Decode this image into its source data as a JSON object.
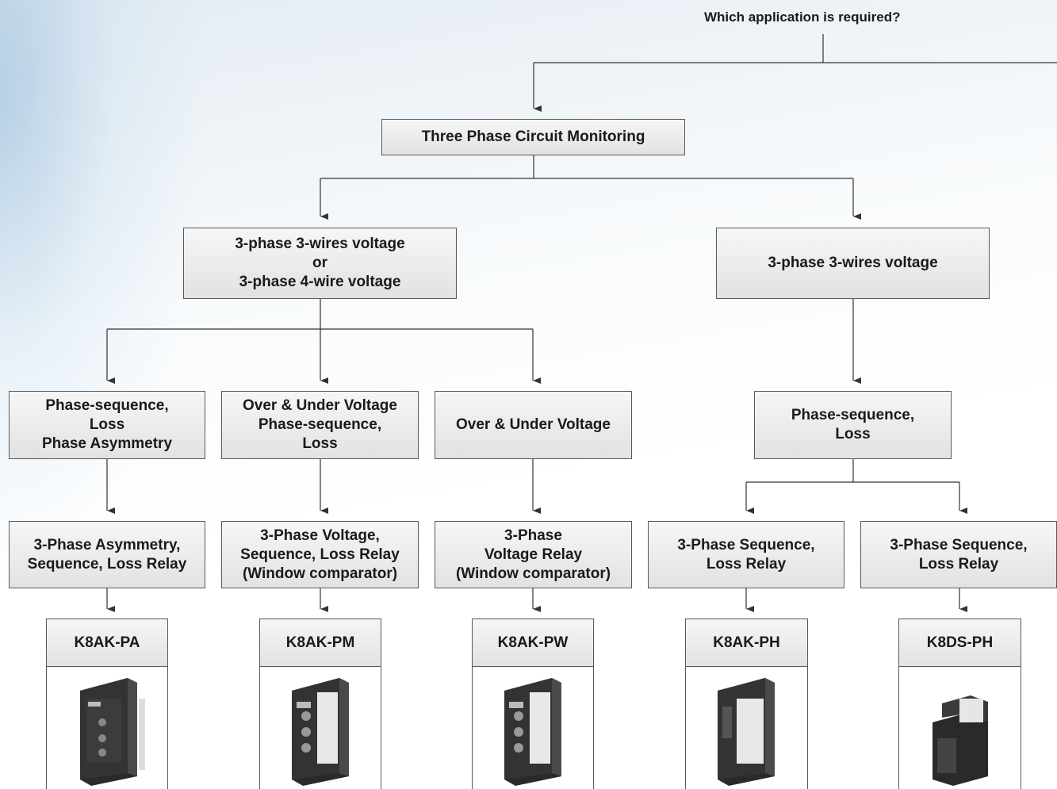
{
  "question": "Which application is required?",
  "root": "Three Phase Circuit Monitoring",
  "level1": {
    "left": "3-phase 3-wires voltage\nor\n3-phase 4-wire voltage",
    "right": "3-phase 3-wires voltage"
  },
  "functions": {
    "pa": "Phase-sequence,\nLoss\nPhase Asymmetry",
    "pm": "Over & Under Voltage\nPhase-sequence,\nLoss",
    "pw": "Over & Under Voltage",
    "ph": "Phase-sequence,\nLoss"
  },
  "relays": {
    "pa": "3-Phase Asymmetry,\nSequence, Loss Relay",
    "pm": "3-Phase Voltage,\nSequence, Loss Relay\n(Window comparator)",
    "pw": "3-Phase\nVoltage Relay\n(Window comparator)",
    "ph1": "3-Phase Sequence,\nLoss Relay",
    "ph2": "3-Phase Sequence,\nLoss Relay"
  },
  "products": {
    "pa": "K8AK-PA",
    "pm": "K8AK-PM",
    "pw": "K8AK-PW",
    "ph": "K8AK-PH",
    "ds": "K8DS-PH"
  },
  "colors": {
    "box_fill_top": "#f6f6f6",
    "box_fill_bottom": "#e2e2e2",
    "line": "#333333",
    "relay_body": "#2a2a2a"
  }
}
